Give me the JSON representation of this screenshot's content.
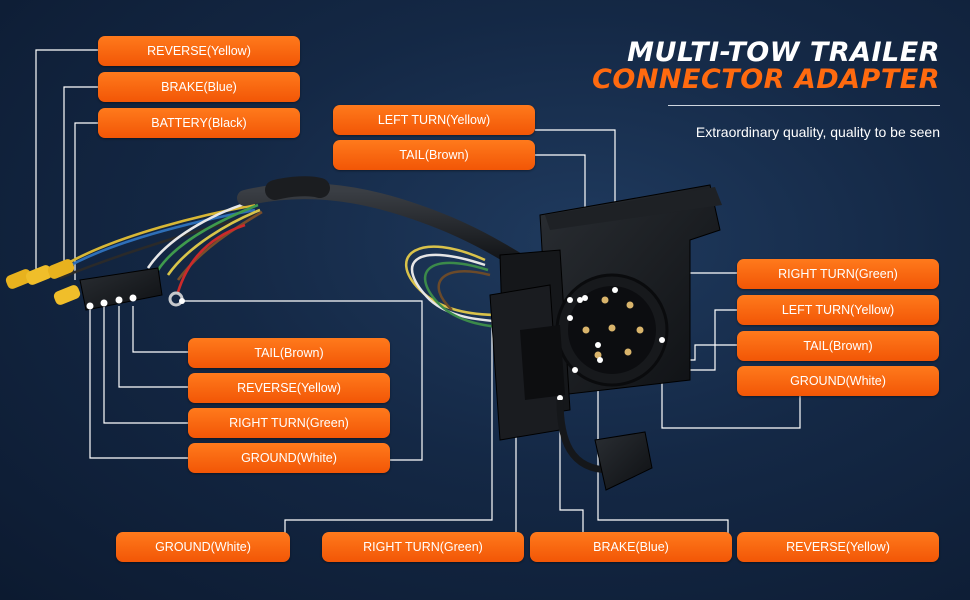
{
  "title": {
    "line1": "MULTI-TOW TRAILER",
    "line2": "CONNECTOR ADAPTER",
    "tagline": "Extraordinary quality, quality to be seen"
  },
  "colors": {
    "accent": "#f25606",
    "title_orange": "#ff6a0f",
    "background": "#142845"
  },
  "labels": {
    "top_left": [
      "REVERSE(Yellow)",
      "BRAKE(Blue)",
      "BATTERY(Black)"
    ],
    "top_center": [
      "LEFT TURN(Yellow)",
      "TAIL(Brown)"
    ],
    "four_pin": [
      "TAIL(Brown)",
      "REVERSE(Yellow)",
      "RIGHT TURN(Green)",
      "GROUND(White)"
    ],
    "right": [
      "RIGHT TURN(Green)",
      "LEFT TURN(Yellow)",
      "TAIL(Brown)",
      "GROUND(White)"
    ],
    "bottom": [
      "GROUND(White)",
      "RIGHT TURN(Green)",
      "BRAKE(Blue)",
      "REVERSE(Yellow)"
    ]
  }
}
